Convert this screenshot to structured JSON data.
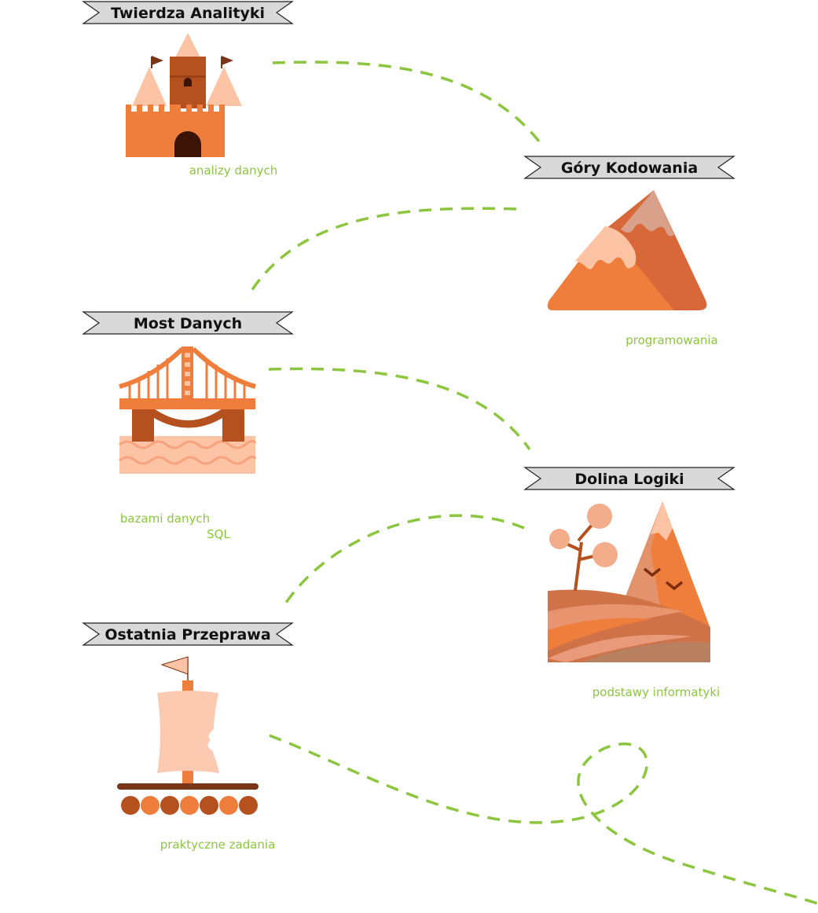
{
  "colors": {
    "banner_fill": "#d9d9d9",
    "banner_stroke": "#222222",
    "path": "#8cc63f",
    "subtitle": "#8cc63f",
    "orange": "#ef7d3c",
    "dark_orange": "#b5501f",
    "peach": "#fcc3a4",
    "brown": "#9b4a22",
    "dark_brown": "#3b1406"
  },
  "stations": [
    {
      "title": "Twierdza Analityki",
      "subtitle": [
        "analizy danych"
      ],
      "icon": "castle-icon"
    },
    {
      "title": "Góry Kodowania",
      "subtitle": [
        "programowania"
      ],
      "icon": "mountain-icon"
    },
    {
      "title": "Most Danych",
      "subtitle": [
        "bazami danych",
        "SQL"
      ],
      "icon": "bridge-icon"
    },
    {
      "title": "Dolina Logiki",
      "subtitle": [
        "podstawy informatyki"
      ],
      "icon": "valley-icon"
    },
    {
      "title": "Ostatnia Przeprawa",
      "subtitle": [
        "praktyczne zadania"
      ],
      "icon": "raft-icon"
    }
  ]
}
